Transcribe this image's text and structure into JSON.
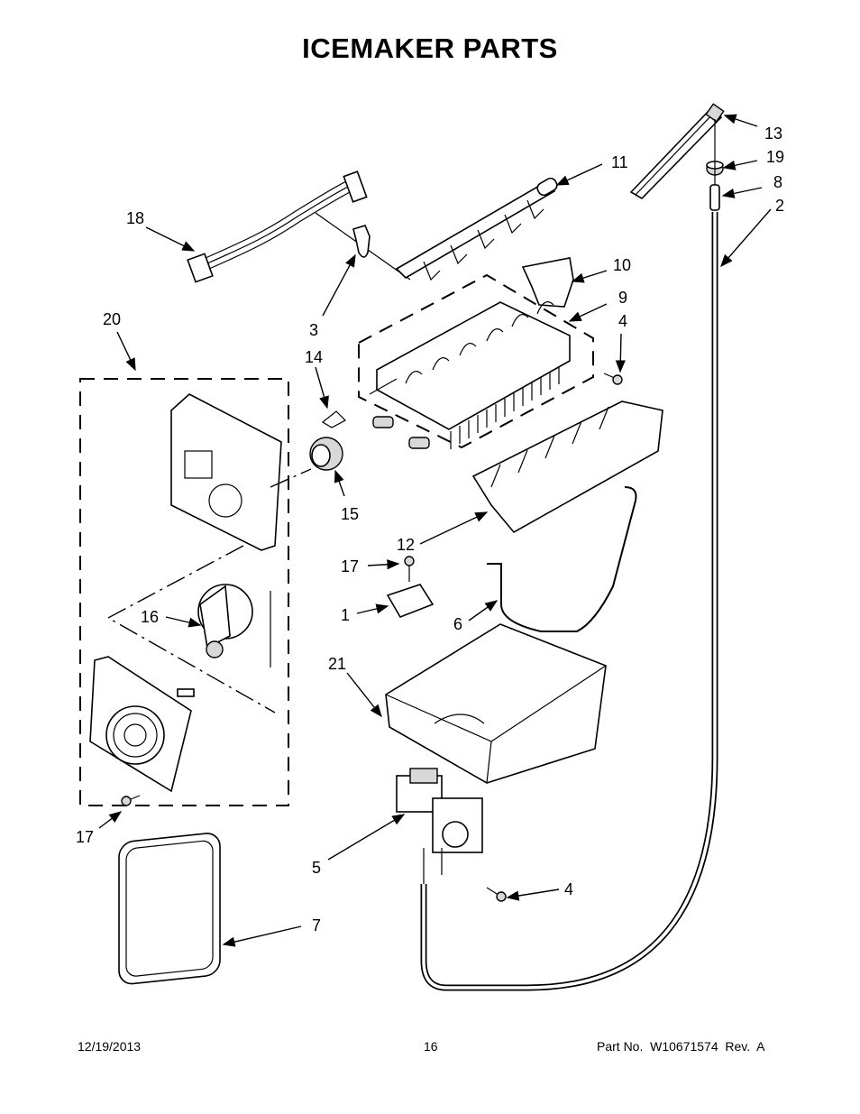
{
  "title": "ICEMAKER PARTS",
  "footer": {
    "date": "12/19/2013",
    "page": "16",
    "part_number": "Part No.  W10671574  Rev.  A"
  },
  "callouts": [
    "13",
    "19",
    "8",
    "2",
    "11",
    "18",
    "10",
    "9",
    "4",
    "3",
    "20",
    "14",
    "15",
    "12",
    "17",
    "1",
    "6",
    "16",
    "21",
    "17",
    "5",
    "4",
    "7"
  ]
}
